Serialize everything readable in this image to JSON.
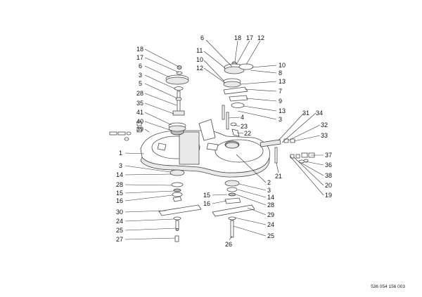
{
  "diagram": {
    "reference_code": "536 054 156 003",
    "callouts": {
      "c18": "18",
      "c17": "17",
      "c6": "6",
      "c3": "3",
      "c5": "5",
      "c28": "28",
      "c35": "35",
      "c41": "41",
      "c40": "40",
      "c39": "39",
      "c1": "1",
      "c3b": "3",
      "c14": "14",
      "c28b": "28",
      "c15": "15",
      "c16": "16",
      "c30": "30",
      "c24": "24",
      "c25": "25",
      "c27": "27",
      "c6r": "6",
      "c18r": "18",
      "c17r": "17",
      "c12r": "12",
      "c11": "11",
      "c10": "10",
      "c12": "12",
      "c10r": "10",
      "c8": "8",
      "c13": "13",
      "c7": "7",
      "c9": "9",
      "c13b": "13",
      "c3r": "3",
      "c4": "4",
      "c23": "23",
      "c22": "22",
      "c31": "31",
      "c34": "34",
      "c32": "32",
      "c33": "33",
      "c37": "37",
      "c36": "36",
      "c38": "38",
      "c20": "20",
      "c19": "19",
      "c21": "21",
      "c2": "2",
      "c3c": "3",
      "c14b": "14",
      "c28c": "28",
      "c15b": "15",
      "c16b": "16",
      "c29": "29",
      "c24b": "24",
      "c25b": "25",
      "c26": "26"
    }
  }
}
